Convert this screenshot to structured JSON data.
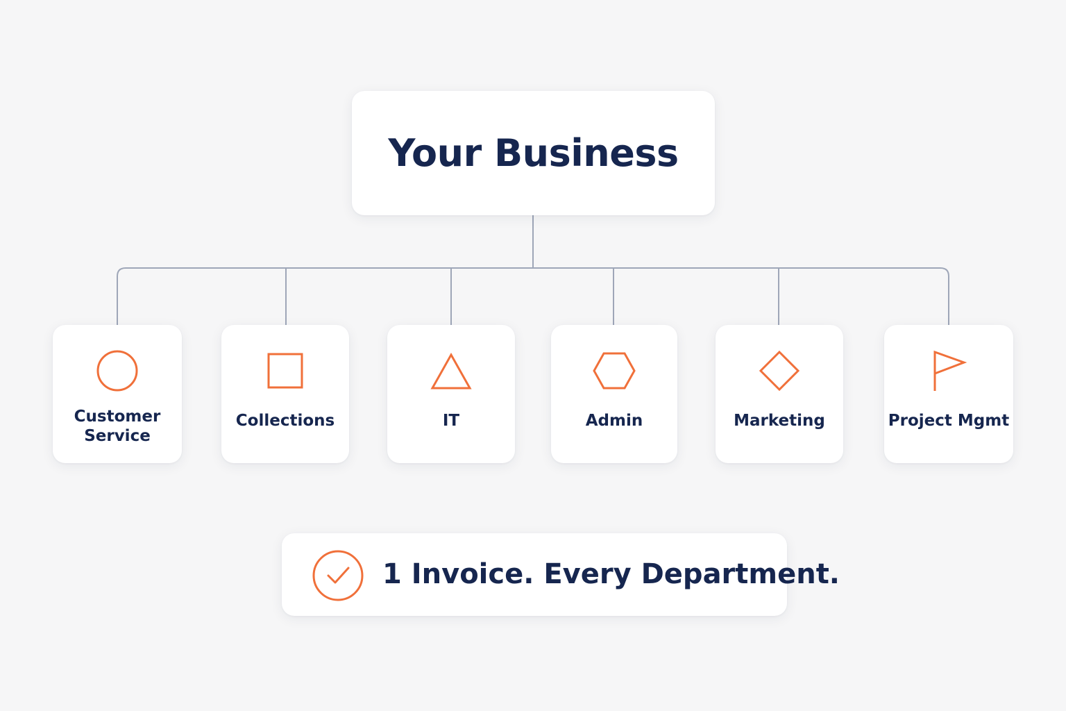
{
  "root": {
    "title": "Your Business"
  },
  "departments": [
    {
      "label": "Customer\nService",
      "icon": "circle-icon"
    },
    {
      "label": "Collections",
      "icon": "square-icon"
    },
    {
      "label": "IT",
      "icon": "triangle-icon"
    },
    {
      "label": "Admin",
      "icon": "hexagon-icon"
    },
    {
      "label": "Marketing",
      "icon": "diamond-icon"
    },
    {
      "label": "Project Mgmt",
      "icon": "flag-icon"
    }
  ],
  "banner": {
    "text": "1 Invoice. Every Department.",
    "icon": "check-circle-icon"
  },
  "colors": {
    "accent": "#f0703a",
    "text": "#16264f",
    "connector": "#9ea6b8",
    "background": "#f6f6f7",
    "card": "#ffffff"
  }
}
